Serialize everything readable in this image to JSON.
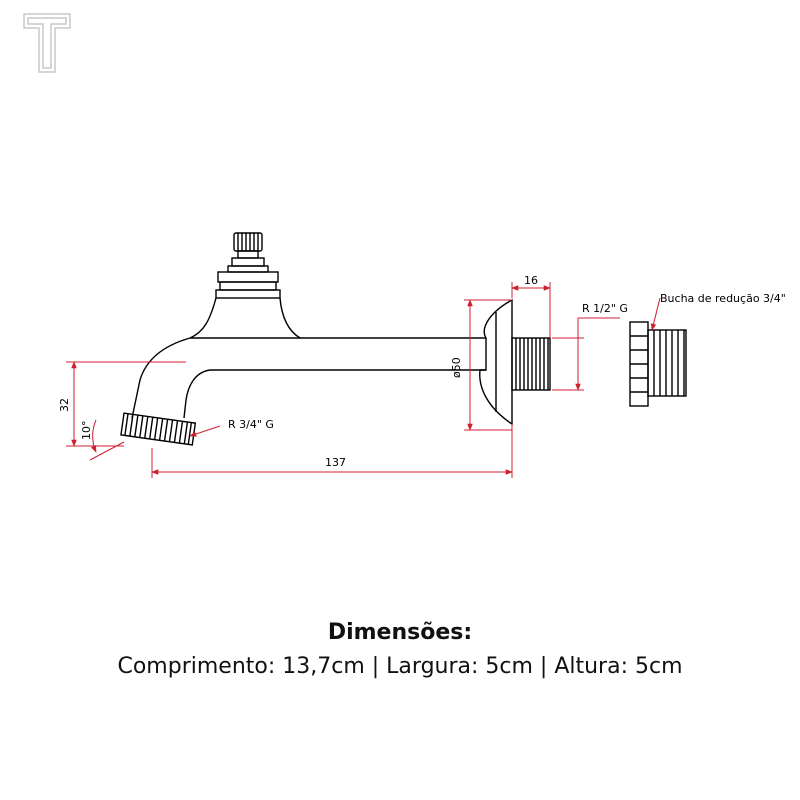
{
  "diagram": {
    "labels": {
      "length": "137",
      "height": "32",
      "angle": "10°",
      "diameter": "ø50",
      "thread_length": "16",
      "thread_out": "R 3/4\" G",
      "thread_wall": "R 1/2\" G",
      "bushing": "Bucha de redução 3/4\""
    },
    "colors": {
      "line": "#000000",
      "dimension": "#cc1f2f",
      "logo": "#c8c8c8"
    },
    "logo_icon": "letter-t-outline"
  },
  "caption": {
    "title": "Dimensões:",
    "dimensions": "Comprimento: 13,7cm | Largura: 5cm | Altura: 5cm"
  }
}
